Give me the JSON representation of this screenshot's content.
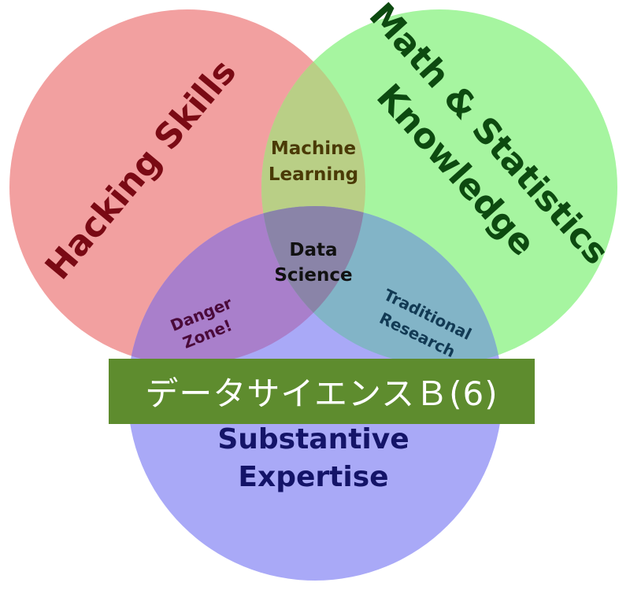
{
  "colors": {
    "hacking": "#f2a0a0",
    "math": "#a6f5a0",
    "substantive": "#a9a9f7",
    "machine_learning": "#b9cf86",
    "danger_zone": "#a97fcb",
    "traditional_research": "#82b4c7",
    "data_science": "#8a84a8",
    "hacking_text": "#7a0a14",
    "math_text": "#0d4a10",
    "substantive_text": "#141468",
    "overlap_text": "#4a3a06",
    "danger_text": "#4a0a3a",
    "traditional_text": "#123a54",
    "ds_text": "#111111",
    "banner_bg": "#5e8c2e",
    "banner_text": "#ffffff"
  },
  "venn": {
    "hacking_skills": "Hacking Skills",
    "math_stats_line1": "Math & Statistics",
    "math_stats_line2": "Knowledge",
    "substantive_line1": "Substantive",
    "substantive_line2": "Expertise",
    "machine_learning_line1": "Machine",
    "machine_learning_line2": "Learning",
    "data_science_line1": "Data",
    "data_science_line2": "Science",
    "danger_zone_line1": "Danger",
    "danger_zone_line2": "Zone!",
    "traditional_line1": "Traditional",
    "traditional_line2": "Research"
  },
  "title": "データサイエンスＢ(6)"
}
